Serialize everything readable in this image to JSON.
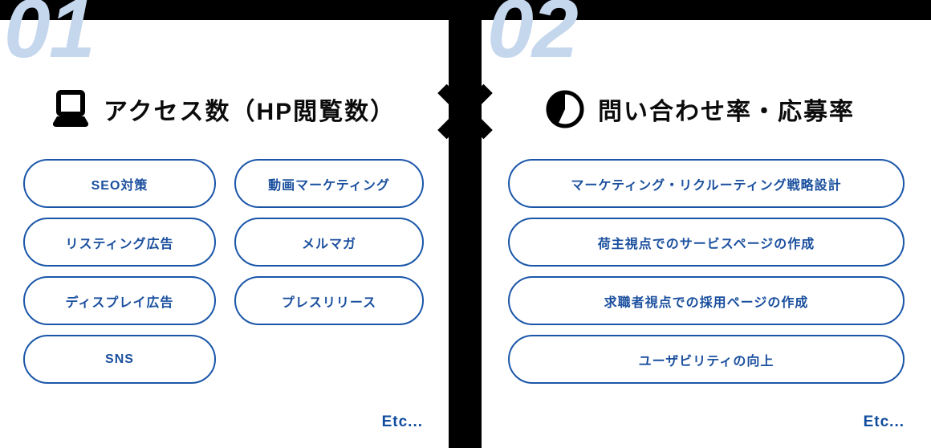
{
  "colors": {
    "accent_blue": "#1a56a8",
    "pill_text_blue": "#1a4f9e",
    "etc_blue": "#0f4c9e",
    "pale_number_blue": "#c5d7ed",
    "band_black": "#000000"
  },
  "divider": {
    "icon": "multiply-cross-icon"
  },
  "panels": [
    {
      "number": "01",
      "icon": "laptop-icon",
      "title": "アクセス数（HP閲覧数）",
      "pills_col1": [
        "SEO対策",
        "リスティング広告",
        "ディスプレイ広告",
        "SNS"
      ],
      "pills_col2": [
        "動画マーケティング",
        "メルマガ",
        "プレスリリース"
      ],
      "etc_label": "Etc..."
    },
    {
      "number": "02",
      "icon": "pie-chart-icon",
      "title": "問い合わせ率・応募率",
      "pills": [
        "マーケティング・リクルーティング戦略設計",
        "荷主視点でのサービスページの作成",
        "求職者視点での採用ページの作成",
        "ユーザビリティの向上"
      ],
      "etc_label": "Etc..."
    }
  ]
}
